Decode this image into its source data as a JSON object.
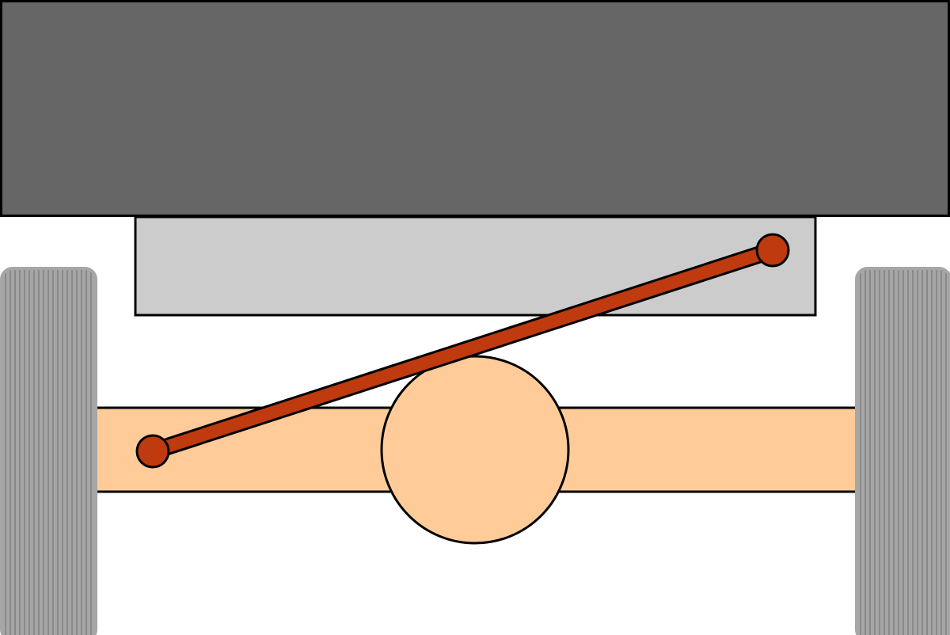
{
  "diagram": {
    "components": [
      "vehicle-body",
      "axle-mount-bracket",
      "axle-beam",
      "differential-housing",
      "panhard-rod",
      "left-wheel",
      "right-wheel"
    ]
  },
  "colors": {
    "background": "#ffffff",
    "body": "#666666",
    "bracket": "#cccccc",
    "axle": "#ffcc99",
    "rod": "#bf3a0e",
    "tire": "#a6a6a6",
    "tire_groove": "#8a8a8a",
    "outline": "#000000"
  }
}
